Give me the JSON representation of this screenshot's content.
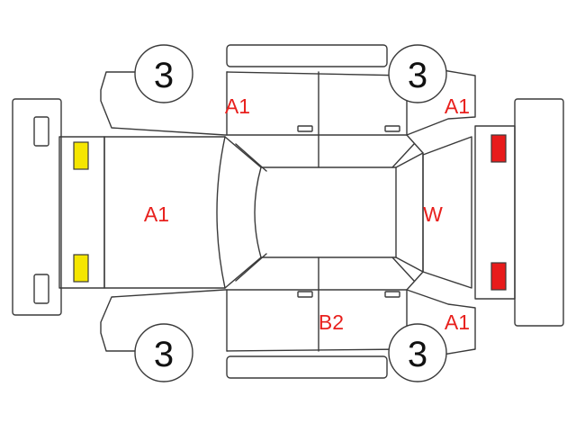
{
  "diagram": {
    "wheels": {
      "front_left": "3",
      "front_right": "3",
      "rear_left": "3",
      "rear_right": "3"
    },
    "damage_codes": {
      "hood": "A1",
      "roof_left_front": "A1",
      "rear_left": "A1",
      "rear_window": "W",
      "door_right_rear": "B2",
      "rear_right": "A1"
    },
    "colors": {
      "code_text": "#e8201d",
      "front_lamps": "#f5e600",
      "rear_lamps": "#e81b1b",
      "outline": "#3a3a3a"
    }
  }
}
